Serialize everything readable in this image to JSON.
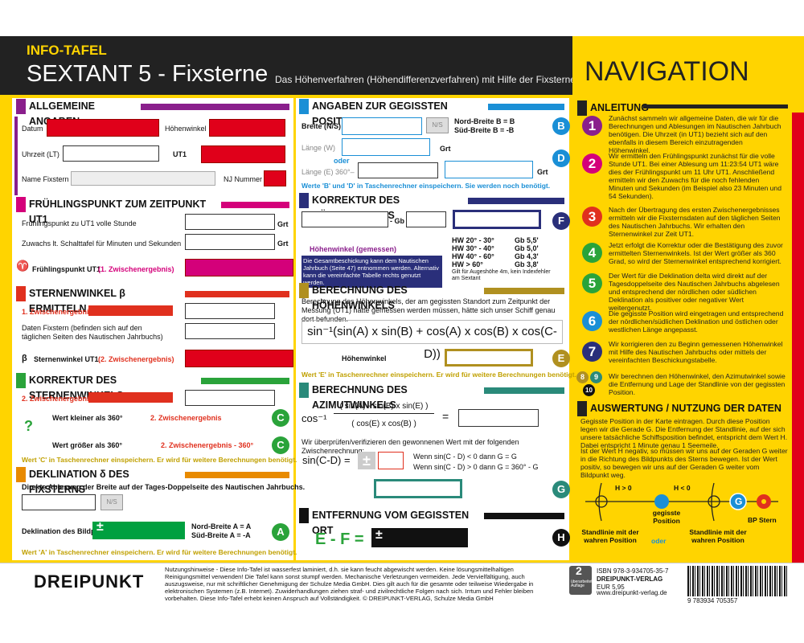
{
  "header": {
    "kicker": "INFO-TAFEL",
    "title": "SEXTANT 5 - Fixsterne",
    "subtitle": "Das Höhenverfahren (Höhendifferenzverfahren) mit Hilfe der Fixsterne"
  },
  "nav": {
    "title": "NAVIGATION",
    "anleitung": "ANLEITUNG",
    "steps": [
      "Zunächst sammeln wir allgemeine Daten, die wir für die Berechnungen und Ablesungen im Nautischen Jahrbuch benötigen. Die Uhrzeit (in UT1) bezieht sich auf den ebenfalls in diesem Bereich einzutragenden Höhenwinkel.",
      "Wir ermitteln den Frühlingspunkt zunächst für die volle Stunde UT1. Bei einer Ablesung um 11:23:54 UT1 wäre dies der Frühlingspunkt um 11 Uhr UT1. Anschließend ermitteln wir den Zuwachs für die noch fehlenden Minuten und Sekunden (im Beispiel also 23 Minuten und 54 Sekunden).",
      "Nach der Übertragung des ersten Zwischenergebnisses ermitteln wir die Fixsternsdaten auf den täglichen Seiten des Nautischen Jahrbuchs. Wir erhalten den Sternenwinkel zur Zeit UT1.",
      "Jetzt erfolgt die Korrektur oder die Bestätigung des zuvor ermittelten Sternenwinkels. Ist der Wert größer als 360 Grad, so wird der Sternenwinkel entsprechend korrigiert.",
      "Der Wert für die Deklination delta wird direkt auf der Tagesdoppelseite des Nautischen Jahrbuchs abgelesen und entsprechend der nördlichen oder südlichen Deklination als positiver oder negativer Wert weitergenutzt.",
      "Die gegisste Position wird eingetragen und entsprechend der nördlichen/südlichen Deklination und östlichen oder westlichen Länge angepasst.",
      "Wir korrigieren den zu Beginn gemessenen Höhenwinkel mit Hilfe des Nautischen Jahrbuchs oder mittels der vereinfachten Beschickungstabelle.",
      "Wir berechnen den Höhenwinkel, den Azimutwinkel sowie die Entfernung und Lage der Standlinie von der gegissten Position."
    ],
    "step_nums": [
      "1",
      "2",
      "3",
      "4",
      "5",
      "6",
      "7",
      "8",
      "9",
      "10"
    ],
    "auswertung_title": "AUSWERTUNG / NUTZUNG DER DATEN",
    "auswertung1": "Gegisste Position in der Karte eintragen. Durch diese Position legen wir die Gerade G. Die Entfernung der Standlinie, auf der sich unsere tatsächliche Schiffsposition befindet, entspricht dem Wert H. Dabei entspricht 1 Minute genau 1 Seemeile.",
    "auswertung2": "Ist der Wert H negativ, so müssen wir uns auf der Geraden G weiter in die Richtung des Bildpunkts des Sterns bewegen. Ist der Wert positiv, so bewegen wir uns auf der Geraden G weiter vom Bildpunkt weg.",
    "diag": {
      "h_gt": "H > 0",
      "h_lt": "H < 0",
      "g": "G",
      "gegisste": "gegisste Position",
      "oder": "oder",
      "bp": "BP Stern",
      "standlinie": "Standlinie mit der wahren Position"
    }
  },
  "s1": {
    "title": "ALLGEMEINE ANGABEN",
    "datum": "Datum",
    "hoehenwinkel": "Höhenwinkel",
    "uhrzeit": "Uhrzeit (LT)",
    "ut1": "UT1",
    "name": "Name Fixstern",
    "nj": "NJ Nummer"
  },
  "s2": {
    "title": "FRÜHLINGSPUNKT ZUM ZEITPUNKT UT1",
    "r1": "Frühlingspunkt zu UT1 volle Stunde",
    "r2": "Zuwachs lt. Schalttafel für Minuten und Sekunden",
    "r3": "Frühlingspunkt UT1",
    "r3b": "(1. Zwischenergebnis)",
    "grt": "Grt",
    "sym": "♈"
  },
  "s3": {
    "title": "STERNENWINKEL β ERMITTELN",
    "r1": "1. Zwischenergebnis übertragen",
    "r2": "Daten Fixstern (befinden sich auf den täglichen Seiten des Nautischen Jahrbuchs)",
    "r3": "Sternenwinkel UT1",
    "r3b": "(2. Zwischenergebnis)",
    "beta": "β"
  },
  "s4": {
    "title": "KORREKTUR DES STERNENWINKELS",
    "r1": "2. Zwischenergebnis übertragen",
    "r2": "Wert kleiner als 360°",
    "r2b": "2. Zwischenergebnis",
    "r3": "Wert größer als 360°",
    "r3b": "2. Zwischenergebnis - 360°",
    "q": "?",
    "note": "Wert 'C' in Taschenrechner einspeichern. Er wird für weitere Berechnungen benötigt.",
    "circ": "C"
  },
  "s5": {
    "title": "DEKLINATION δ DES FIXSTERNS",
    "r1": "Direkte Ablesung der Breite auf der Tages-Doppelseite des Nautischen Jahrbuchs.",
    "ns": "N/S",
    "r2": "Deklination des Bildpunkts (Breite)",
    "nb": "Nord-Breite A = A",
    "sb": "Süd-Breite A = -A",
    "note": "Wert 'A' in Taschenrechner einspeichern. Er wird für weitere Berechnungen benötigt.",
    "circ": "A",
    "pm": "±"
  },
  "s6": {
    "title": "ANGABEN ZUR GEGISSTEN POSITION",
    "breite": "Breite (N/S)",
    "ns": "N/S",
    "nb": "Nord-Breite B = B",
    "sb": "Süd-Breite B = -B",
    "laenge_w": "Länge (W)",
    "oder": "oder",
    "laenge_e": "Länge (E) 360°–",
    "grt": "Grt",
    "note": "Werte 'B' und 'D' in Taschenrechner einspeichern. Sie werden noch benötigt.",
    "cB": "B",
    "cD": "D"
  },
  "s7": {
    "title": "KORREKTUR DES HÖHENWINKELS",
    "gb": "- Gb",
    "hw": "Höhenwinkel (gemessen)",
    "info": "Die Gesamtbeschickung kann dem Nautischen Jahrbuch (Seite 47) entnommen werden. Alternativ kann die vereinfachte Tabelle rechts genutzt werden.",
    "table": [
      {
        "hw": "HW 20° - 30°",
        "gb": "Gb 5,5'"
      },
      {
        "hw": "HW 30° - 40°",
        "gb": "Gb 5,0'"
      },
      {
        "hw": "HW 40° - 60°",
        "gb": "Gb 4,3'"
      },
      {
        "hw": "HW > 60°",
        "gb": "Gb 3,8'"
      }
    ],
    "tnote": "Gilt für Augeshöhe 4m, kein Indexfehler am Sextant",
    "circ": "F"
  },
  "s8": {
    "title": "BERECHNUNG DES HÖHENWINKELS",
    "desc": "Berechnung des Höhenwinkels, der am gegissten Standort zum Zeitpunkt der Messung (UT1) hätte gemessen werden müssen, hätte sich unser Schiff genau dort befunden.",
    "formula": "sin⁻¹(sin(A) x sin(B) + cos(A) x cos(B) x cos(C-D))",
    "hw": "Höhenwinkel",
    "note": "Wert 'E' in Taschenrechner einspeichern. Er wird für weitere Berechnungen benötigt.",
    "circ": "E"
  },
  "s9": {
    "title": "BERECHNUNG DES AZIMUTWINKELS",
    "num": "( sin(A) - sin(B) x sin(E) )",
    "den": "( cos(E) x cos(B) )",
    "cos": "cos⁻¹",
    "eq": "=",
    "check": "Wir überprüfen/verifizieren den gewonnenen Wert mit der folgenden Zwischenrechnung:",
    "sincd": "sin(C-D) =",
    "cond1": "Wenn sin(C - D) < 0   dann G = G",
    "cond2": "Wenn sin(C - D) > 0   dann G = 360° - G",
    "circ": "G",
    "pm": "±"
  },
  "s10": {
    "title": "ENTFERNUNG VOM GEGISSTEN ORT",
    "eq": "E - F =",
    "circ": "H",
    "pm": "±"
  },
  "footer": {
    "brand": "DREIPUNKT",
    "legal": "Nutzungshinweise - Diese Info-Tafel ist wasserfest laminiert, d.h. sie kann feucht abgewischt werden. Keine lösungsmittelhaltigen Reinigungsmittel verwenden! Die Tafel kann sonst stumpf werden. Mechanische Verletzungen vermeiden. Jede Vervielfältigung, auch auszugsweise, nur mit schriftlicher Genehmigung der Schulze Media GmbH. Dies gilt auch für die gesamte oder teilweise Wiedergabe in elektronischen Systemen (z.B. Internet). Zuwiderhandlungen ziehen straf- und zivilrechtliche Folgen nach sich. Irrtum und Fehler bleiben vorbehalten. Diese Info-Tafel erhebt keinen Anspruch auf Vollständigkeit. © DREIPUNKT-VERLAG, Schulze Media GmbH",
    "edition": "2",
    "edition_txt": "überarbeitete Auflage",
    "isbn": "ISBN  978-3-934705-35-7",
    "verlag": "DREIPUNKT-VERLAG",
    "price": "EUR 5,95",
    "barcode": "9 783934 705357",
    "url": "www.dreipunkt-verlag.de"
  },
  "colors": {
    "purple": "#8a1f8c",
    "magenta": "#d4007a",
    "red": "#e0301e",
    "green": "#2aa33a",
    "orange": "#e88a00",
    "blue": "#1a8fd6",
    "navy": "#2a2f7a",
    "olive": "#b09020",
    "darkblue": "#1a3a8a",
    "black": "#111"
  }
}
